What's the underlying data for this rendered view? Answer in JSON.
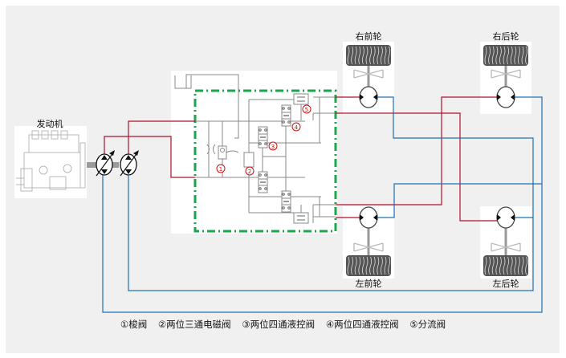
{
  "engine": {
    "label": "发动机"
  },
  "wheels": {
    "right_front": {
      "label": "右前轮"
    },
    "right_rear": {
      "label": "右后轮"
    },
    "left_front": {
      "label": "左前轮"
    },
    "left_rear": {
      "label": "左后轮"
    }
  },
  "valve_markers": [
    "①",
    "②",
    "③",
    "④",
    "⑤"
  ],
  "legend": [
    {
      "label": "①梭阀"
    },
    {
      "label": "②两位三通电磁阀"
    },
    {
      "label": "③两位四通液控阀"
    },
    {
      "label": "④两位四通液控阀"
    },
    {
      "label": "⑤分流阀"
    }
  ],
  "colors": {
    "high_pressure_line": "#b0102a",
    "return_line": "#1f6fb2",
    "control_box_border": "#1aa64a",
    "circuit_line": "#8a8a8a",
    "marker": "#cc1111"
  }
}
